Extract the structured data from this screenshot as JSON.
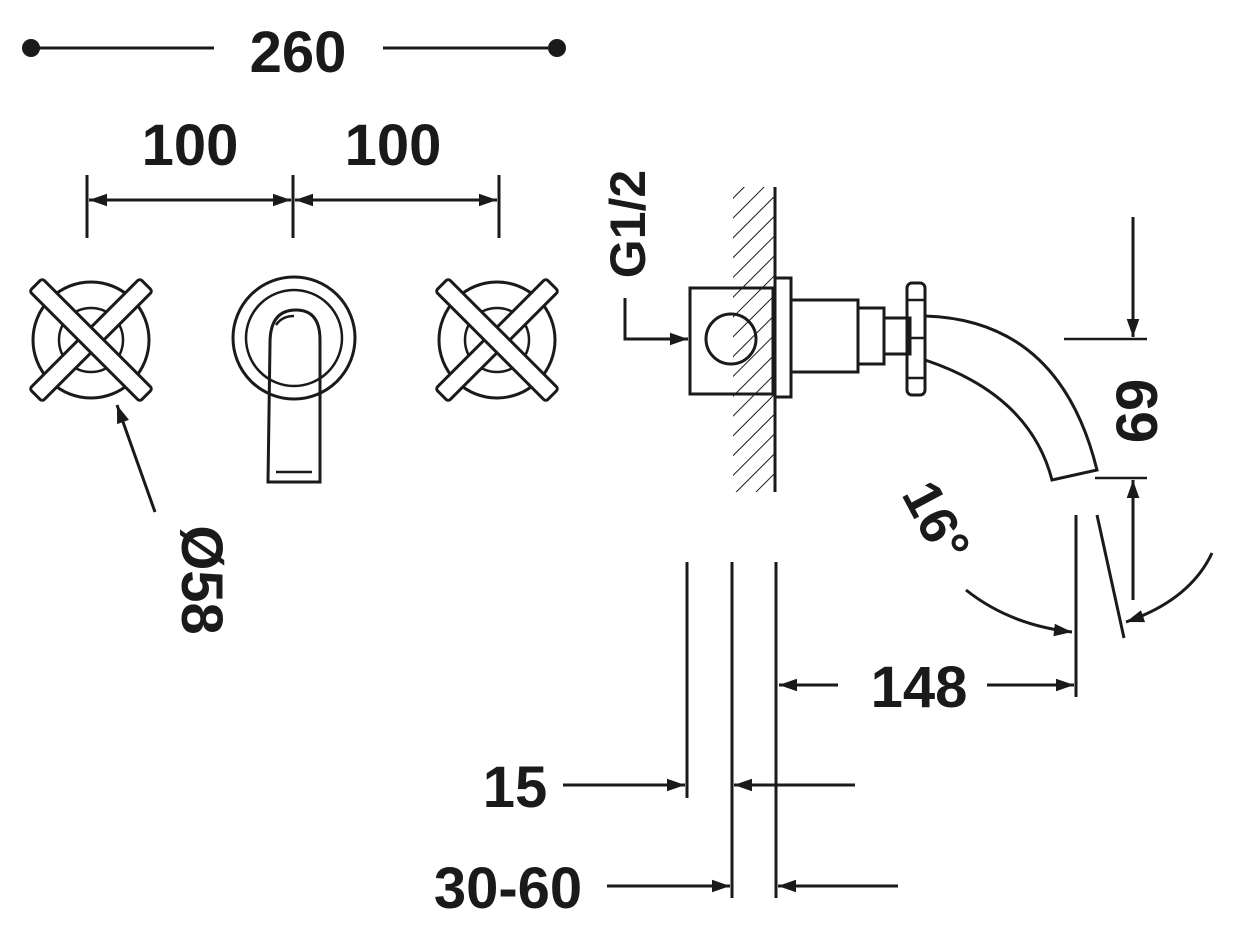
{
  "dimensions": {
    "overall_width": "260",
    "spacing_left": "100",
    "spacing_right": "100",
    "handle_diameter": "Ø58",
    "connection": "G1/2",
    "spout_height": "69",
    "spout_angle": "16°",
    "projection": "148",
    "plate": "15",
    "wall_range": "30-60"
  }
}
